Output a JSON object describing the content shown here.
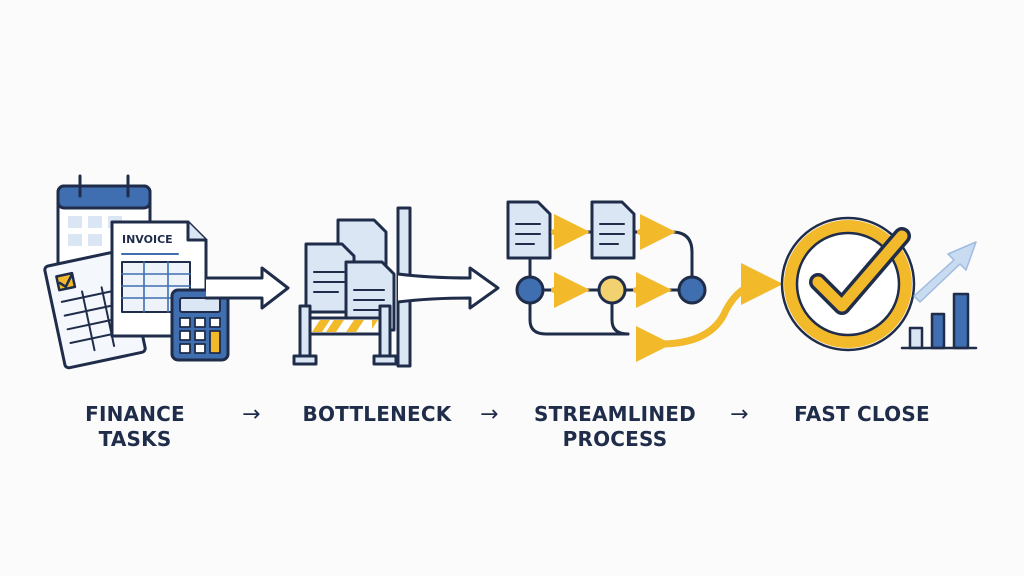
{
  "colors": {
    "navy": "#1f2d4a",
    "blue": "#3f6fb0",
    "light_blue": "#dbe6f5",
    "yellow": "#f2b92a",
    "background": "#fbfbfb"
  },
  "stages": [
    {
      "line1": "FINANCE",
      "line2": "TASKS",
      "icon": "finance-documents-icon"
    },
    {
      "line1": "BOTTLENECK",
      "line2": "",
      "icon": "bottleneck-barrier-icon"
    },
    {
      "line1": "STREAMLINED",
      "line2": "PROCESS",
      "icon": "process-flow-icon"
    },
    {
      "line1": "FAST CLOSE",
      "line2": "",
      "icon": "checkmark-growth-icon"
    }
  ],
  "invoice_text": "INVOICE",
  "separator_glyph": "→"
}
